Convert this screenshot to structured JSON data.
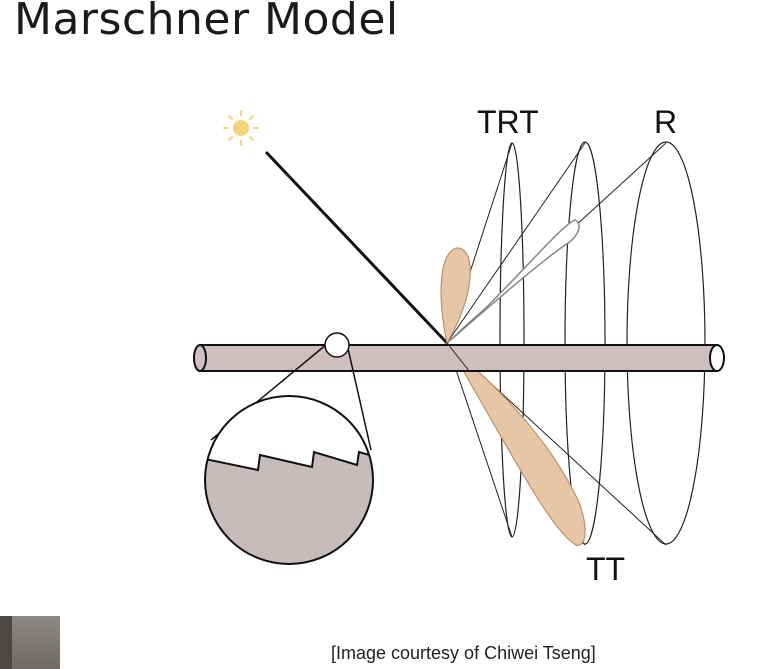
{
  "slide": {
    "title": "Marschner Model",
    "caption": "[Image courtesy of Chiwei Tseng]"
  },
  "diagram": {
    "labels": {
      "trt": "TRT",
      "r": "R",
      "tt": "TT"
    },
    "colors": {
      "lobe_fill": "#e6c6a4",
      "lobe_stroke": "#b89372",
      "hair_fill": "#cfbfc0",
      "cuticle_fill": "#c6bcbc",
      "sun": "#f6d27a",
      "line": "#111111"
    }
  }
}
